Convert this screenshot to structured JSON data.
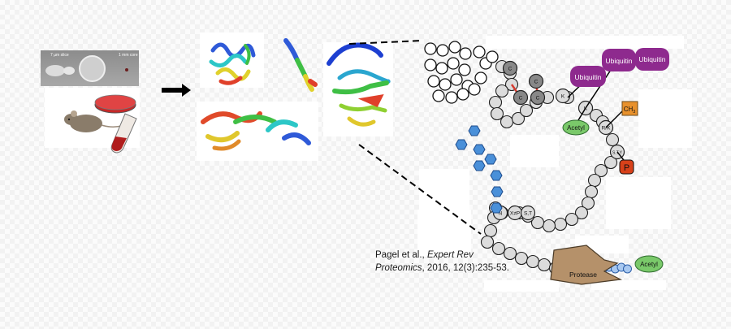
{
  "citation": {
    "authors": "Pagel et al., ",
    "journal_line1": "Expert Rev",
    "journal_line2": "Proteomics",
    "details": ", 2016, 12(3):235-53."
  },
  "slide_labels": {
    "slice": "7 µm slice",
    "core": "1 mm core"
  },
  "modifications": {
    "ubiquitin": [
      "Ubiquitin",
      "Ubiquitin",
      "Ubiquitin"
    ],
    "acetyl_top": "Acetyl",
    "methyl": "CH",
    "methyl_sub": "3",
    "phospho": "P",
    "acetyl_tail": "Acetyl",
    "protease": "Protease"
  },
  "residue_labels": {
    "c1": "C",
    "c2": "C",
    "c3": "C",
    "c4": "C",
    "k1": "K",
    "k2": "K",
    "rk": "R/K",
    "sty1": "S,T,Y",
    "n": "N",
    "xp": "X≠P",
    "st": "S,T"
  },
  "colors": {
    "ubiquitin": "#8e2a8e",
    "acetyl": "#7ac96a",
    "methyl": "#e8912c",
    "phospho": "#d8411a",
    "protease": "#b5916a",
    "glycan": "#4a90d9",
    "disulfide": "#d63b2f",
    "bead": "#dcdcdc"
  }
}
